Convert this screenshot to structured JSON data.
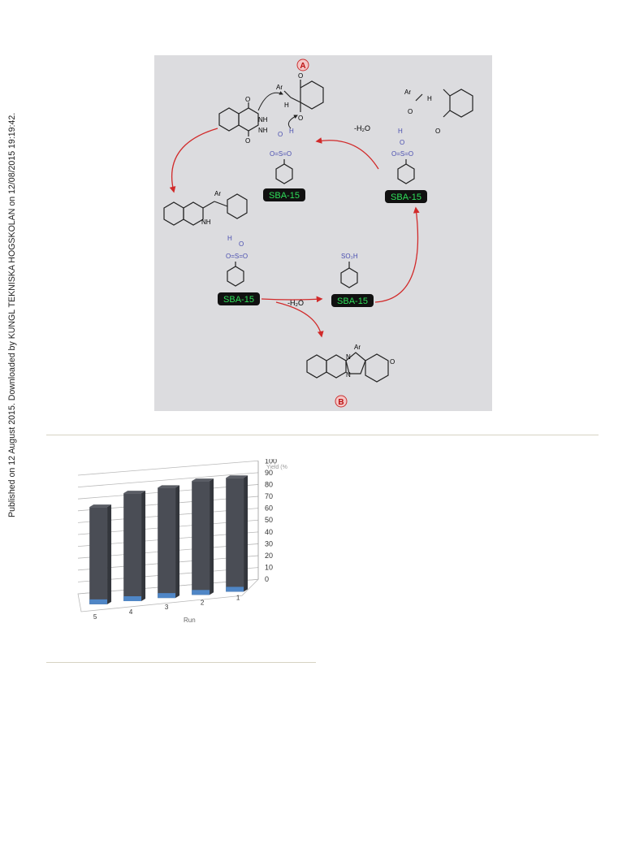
{
  "publication_note": "Published on 12 August 2015. Downloaded by KUNGL TEKNISKA HOGSKOLAN on 12/08/2015 19:19:42.",
  "scheme": {
    "label_a": "A",
    "label_b": "B",
    "catalyst": "SBA-15",
    "water_loss": "-H₂O",
    "sulfonic_acid": "SO₃H",
    "sulfonyl": "O=S=O",
    "aryl": "Ar",
    "nh": "NH",
    "n": "N",
    "h": "H",
    "o": "O",
    "colors": {
      "arrow_red": "#d12a2a",
      "bond_blue": "#4a4fb0",
      "catalyst_green": "#2fe05a",
      "panel": "#dcdcdf"
    }
  },
  "chart_data": {
    "type": "bar",
    "view": "3d",
    "categories": [
      "5",
      "4",
      "3",
      "2",
      "1"
    ],
    "values": [
      82,
      91,
      93,
      96,
      96
    ],
    "ylabel": "Yield (%",
    "xlabel": "Run",
    "yticks": [
      0,
      10,
      20,
      30,
      40,
      50,
      60,
      70,
      80,
      90,
      100
    ],
    "ylim": [
      0,
      100
    ],
    "grid": true,
    "colors": {
      "bar": "#4a4d55",
      "bar_base": "#4f86c6"
    }
  }
}
